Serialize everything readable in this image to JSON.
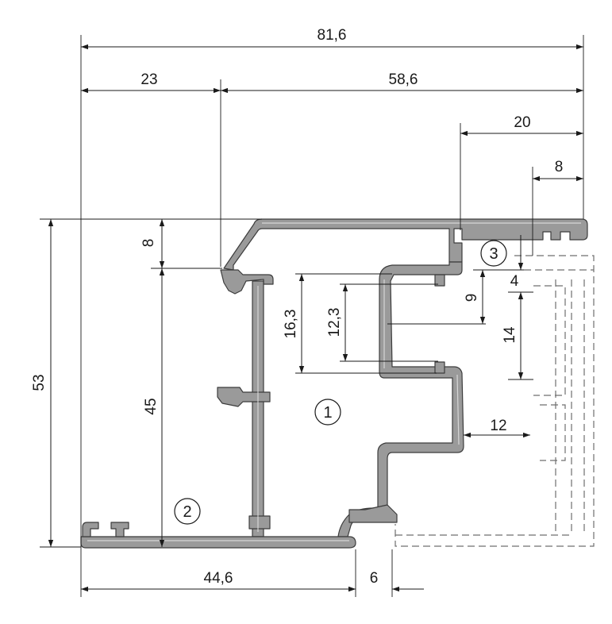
{
  "dimensions": {
    "overall_width": "81,6",
    "left_offset": "23",
    "right_span": "58,6",
    "right_return": "20",
    "lip": "8",
    "left_top_gap": "8",
    "overall_height": "53",
    "inner_height": "45",
    "step_outer": "16,3",
    "step_inner": "12,3",
    "gap_9": "9",
    "gap_4": "4",
    "gap_14": "14",
    "gap_12": "12",
    "base_width": "44,6",
    "base_offset": "6"
  },
  "callouts": {
    "c1": "1",
    "c2": "2",
    "c3": "3"
  },
  "colors": {
    "profile_fill": "#9a9a9a",
    "profile_stroke": "#3c3c3c",
    "dimension_line": "#1a1a1a",
    "dashed_outline": "#6f6f6f"
  }
}
